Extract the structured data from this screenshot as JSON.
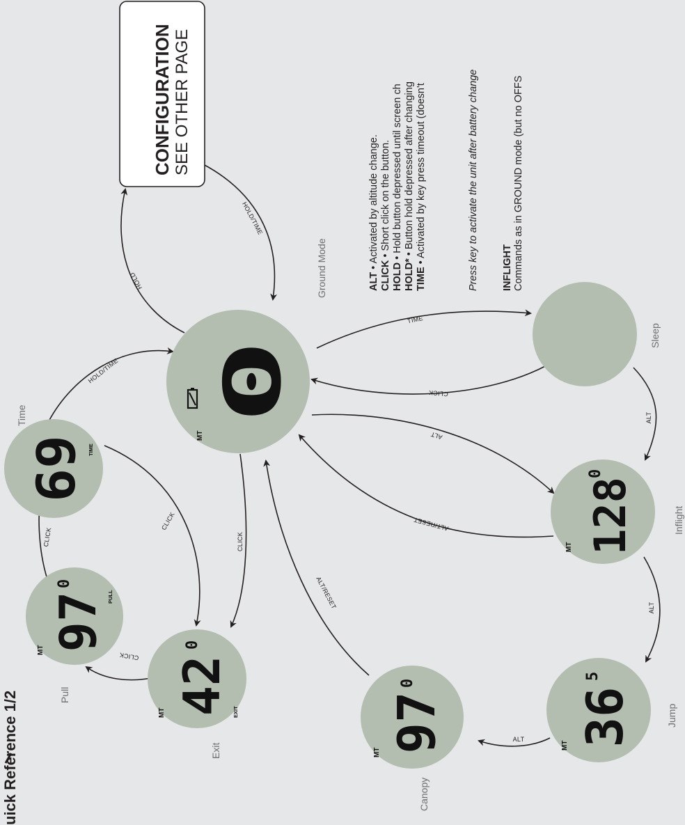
{
  "title": "uick Reference 1/2",
  "colors": {
    "background": "#e6e7e8",
    "node_fill": "#b3bdb0",
    "text": "#231f20",
    "label": "#6d6e71"
  },
  "config_box": {
    "line1": "CONFIGURATION",
    "line2": "SEE OTHER PAGE"
  },
  "nodes": {
    "ground": {
      "label": "Ground Mode",
      "unit": "MT",
      "display": "0"
    },
    "time": {
      "label": "Time",
      "display": "69",
      "indicator": "TIME"
    },
    "pull": {
      "label": "Pull",
      "unit": "MT",
      "display": "97",
      "decimal": "0",
      "indicator": "PULL"
    },
    "exit": {
      "label": "Exit",
      "unit": "MT",
      "display": "42",
      "decimal": "0",
      "indicator": "EXIT"
    },
    "canopy": {
      "label": "Canopy",
      "unit": "MT",
      "display": "97",
      "decimal": "0"
    },
    "sleep": {
      "label": "Sleep"
    },
    "inflight": {
      "label": "Inflight",
      "unit": "MT",
      "display": "128",
      "decimal": "0"
    },
    "jump": {
      "label": "Jump",
      "unit": "MT",
      "display": "36",
      "decimal": "5"
    }
  },
  "edges": {
    "ground_to_config": "HOLD",
    "config_to_ground": "HOLD/TIME",
    "time_to_ground": "HOLD/TIME",
    "time_to_exit": "CLICK",
    "pull_to_time": "CLICK",
    "exit_to_pull": "CLICK",
    "ground_to_exit": "CLICK",
    "canopy_to_ground": "ALT/RESET",
    "ground_to_sleep": "TIME",
    "sleep_to_ground": "CLICK",
    "sleep_to_inflight": "ALT",
    "ground_to_inflight": "ALT",
    "inflight_to_ground": "ALT/RESET",
    "inflight_to_jump": "ALT",
    "jump_to_canopy": "ALT"
  },
  "legend": {
    "alt_key": "ALT",
    "alt_text": " • Activated by altitude change.",
    "click_key": "CLICK",
    "click_text": " • Short click on the button.",
    "hold_key": "HOLD",
    "hold_text": " • Hold button depressed until screen ch",
    "holdstar_key": "HOLD*",
    "holdstar_text": " • Button hold depressed after changing",
    "time_key": "TIME",
    "time_text": " • Activated by key press timeout (doesn't",
    "note": "Press key to activate the unit after battery change",
    "inflight_heading": "INFLIGHT",
    "inflight_text": "Commands as in GROUND mode (but no OFFS"
  }
}
